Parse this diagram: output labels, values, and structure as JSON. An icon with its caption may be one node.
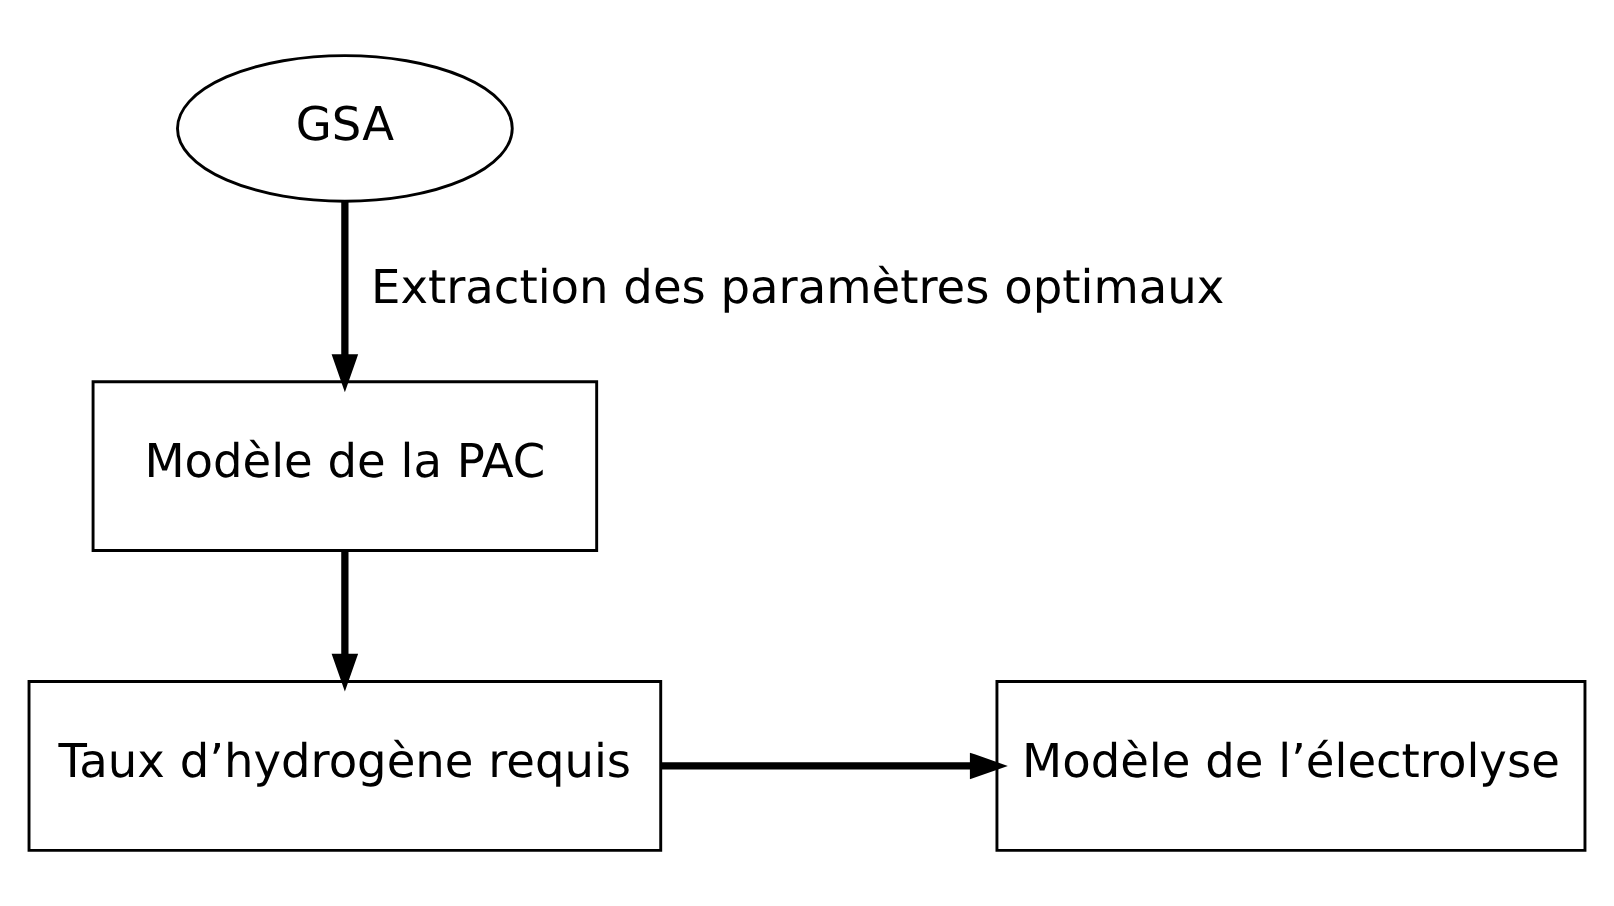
{
  "diagram": {
    "nodes": [
      {
        "text": [
          "GSA"
        ]
      },
      {
        "text": [
          "Modèle de la PAC"
        ]
      },
      {
        "text": [
          "Taux d’hydrogène requis"
        ]
      },
      {
        "text": [
          "Modèle de l’électrolyse"
        ]
      }
    ],
    "edges": [
      {
        "from": 0,
        "to": 1,
        "arrow": "to",
        "label": "Extraction des paramètres optimaux"
      },
      {
        "from": 1,
        "to": 2,
        "arrow": "to"
      },
      {
        "from": 2,
        "to": 3,
        "arrow": "to"
      }
    ]
  }
}
